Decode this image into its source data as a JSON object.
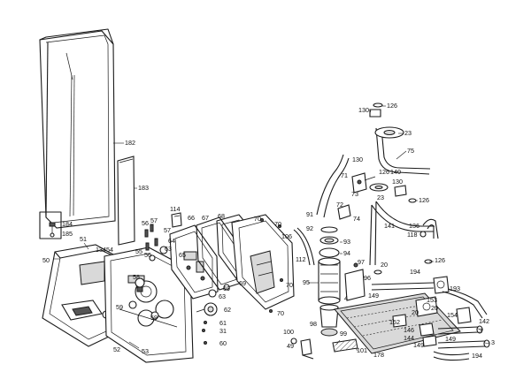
{
  "diagram": {
    "labels": [
      {
        "id": "l182",
        "text": "182"
      },
      {
        "id": "l183",
        "text": "183"
      },
      {
        "id": "l184",
        "text": "184"
      },
      {
        "id": "l185",
        "text": "185"
      },
      {
        "id": "l51",
        "text": "51"
      },
      {
        "id": "l50",
        "text": "50"
      },
      {
        "id": "l134",
        "text": "134"
      },
      {
        "id": "l54",
        "text": "54"
      },
      {
        "id": "l55",
        "text": "55"
      },
      {
        "id": "l56a",
        "text": "56"
      },
      {
        "id": "l57a",
        "text": "57"
      },
      {
        "id": "l56b",
        "text": "56"
      },
      {
        "id": "l57b",
        "text": "57"
      },
      {
        "id": "l64",
        "text": "64"
      },
      {
        "id": "l63a",
        "text": "63"
      },
      {
        "id": "l114",
        "text": "114"
      },
      {
        "id": "l66",
        "text": "66"
      },
      {
        "id": "l67",
        "text": "67"
      },
      {
        "id": "l68",
        "text": "68"
      },
      {
        "id": "l70a",
        "text": "70"
      },
      {
        "id": "l70b",
        "text": "70"
      },
      {
        "id": "l65",
        "text": "65"
      },
      {
        "id": "l106",
        "text": "106"
      },
      {
        "id": "l112",
        "text": "112"
      },
      {
        "id": "l70c",
        "text": "70"
      },
      {
        "id": "l70d",
        "text": "70"
      },
      {
        "id": "l69a",
        "text": "69"
      },
      {
        "id": "l69b",
        "text": "69"
      },
      {
        "id": "l63b",
        "text": "63"
      },
      {
        "id": "l58",
        "text": "58"
      },
      {
        "id": "l59a",
        "text": "59"
      },
      {
        "id": "l59b",
        "text": "59"
      },
      {
        "id": "l62",
        "text": "62"
      },
      {
        "id": "l61",
        "text": "61"
      },
      {
        "id": "l31",
        "text": "31"
      },
      {
        "id": "l60",
        "text": "60"
      },
      {
        "id": "l52",
        "text": "52"
      },
      {
        "id": "l53",
        "text": "53"
      },
      {
        "id": "l130a",
        "text": "130"
      },
      {
        "id": "l126a",
        "text": "126"
      },
      {
        "id": "l23a",
        "text": "23"
      },
      {
        "id": "l75",
        "text": "75"
      },
      {
        "id": "l130b",
        "text": "130"
      },
      {
        "id": "l126b",
        "text": "126"
      },
      {
        "id": "l140",
        "text": "140"
      },
      {
        "id": "l71",
        "text": "71"
      },
      {
        "id": "l73",
        "text": "73"
      },
      {
        "id": "l130c",
        "text": "130"
      },
      {
        "id": "l23b",
        "text": "23"
      },
      {
        "id": "l126c",
        "text": "126"
      },
      {
        "id": "l72",
        "text": "72"
      },
      {
        "id": "l74",
        "text": "74"
      },
      {
        "id": "l91",
        "text": "91"
      },
      {
        "id": "l141",
        "text": "141"
      },
      {
        "id": "l136",
        "text": "136"
      },
      {
        "id": "l118",
        "text": "118"
      },
      {
        "id": "l92",
        "text": "92"
      },
      {
        "id": "l93",
        "text": "93"
      },
      {
        "id": "l94",
        "text": "94"
      },
      {
        "id": "l97",
        "text": "97"
      },
      {
        "id": "l20a",
        "text": "20"
      },
      {
        "id": "l126d",
        "text": "126"
      },
      {
        "id": "l194a",
        "text": "194"
      },
      {
        "id": "l95",
        "text": "95"
      },
      {
        "id": "l96",
        "text": "96"
      },
      {
        "id": "l4",
        "text": "4"
      },
      {
        "id": "l193",
        "text": "193"
      },
      {
        "id": "l149a",
        "text": "149"
      },
      {
        "id": "l153",
        "text": "153"
      },
      {
        "id": "l20b",
        "text": "20"
      },
      {
        "id": "l20c",
        "text": "20"
      },
      {
        "id": "l152",
        "text": "152"
      },
      {
        "id": "l154",
        "text": "154"
      },
      {
        "id": "l142",
        "text": "142"
      },
      {
        "id": "l146",
        "text": "146"
      },
      {
        "id": "l144",
        "text": "144"
      },
      {
        "id": "l3a",
        "text": "3"
      },
      {
        "id": "l149b",
        "text": "149"
      },
      {
        "id": "l149c",
        "text": "149"
      },
      {
        "id": "l3b",
        "text": "3"
      },
      {
        "id": "l100",
        "text": "100"
      },
      {
        "id": "l98",
        "text": "98"
      },
      {
        "id": "l99",
        "text": "99"
      },
      {
        "id": "l49",
        "text": "49"
      },
      {
        "id": "l101",
        "text": "101"
      },
      {
        "id": "l178",
        "text": "178"
      },
      {
        "id": "l194b",
        "text": "194"
      }
    ]
  }
}
